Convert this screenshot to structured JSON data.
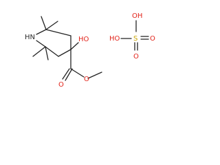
{
  "molecule": {
    "labels": {
      "nh": "HN",
      "oh_ring": "HO",
      "o_carbonyl": "O",
      "o_ester": "O"
    }
  },
  "sulfuric_acid": {
    "labels": {
      "oh_top": "OH",
      "ho_left": "HO",
      "s": "S",
      "o_right": "O",
      "o_bottom": "O"
    }
  },
  "colors": {
    "bond": "#222222",
    "oxygen": "#e2231a",
    "nitrogen": "#2b2b2b",
    "sulfur": "#c8a400"
  }
}
